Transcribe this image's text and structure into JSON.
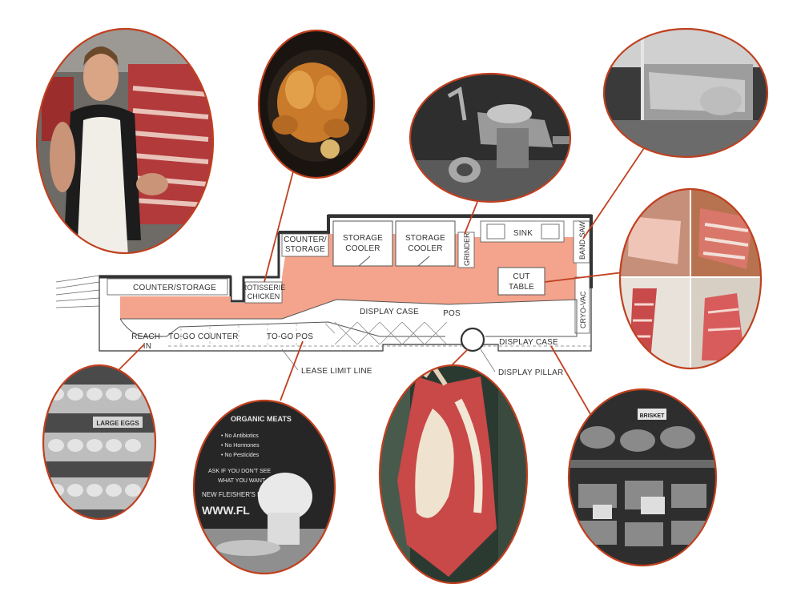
{
  "labels": {
    "counter_storage_top": "COUNTER/",
    "counter_storage_bottom": "STORAGE",
    "storage_cooler_1_top": "STORAGE",
    "storage_cooler_1_bottom": "COOLER",
    "storage_cooler_2_top": "STORAGE",
    "storage_cooler_2_bottom": "COOLER",
    "grinder": "GRINDER",
    "sink": "SINK",
    "band_saw": "BAND SAW",
    "cut_table_top": "CUT",
    "cut_table_bottom": "TABLE",
    "cryo_vac": "CRYO-VAC",
    "counter_storage_left": "COUNTER/STORAGE",
    "rotisserie_top": "ROTISSERIE",
    "rotisserie_bottom": "CHICKEN",
    "display_case_center": "DISPLAY CASE",
    "pos": "POS",
    "reach_in_top": "REACH-",
    "reach_in_bottom": "IN",
    "to_go_counter": "TO-GO COUNTER",
    "to_go_pos": "TO-GO POS",
    "display_case_right": "DISPLAY CASE",
    "lease_limit_line": "LEASE LIMIT LINE",
    "display_pillar": "DISPLAY PILLAR"
  },
  "photos": [
    {
      "id": "butcher-photo",
      "subject": "butcher carrying rib section"
    },
    {
      "id": "rotisserie-chicken-photo",
      "subject": "roasted chicken"
    },
    {
      "id": "grinder-photo",
      "subject": "meat grinder"
    },
    {
      "id": "band-saw-photo",
      "subject": "band saw cutting meat"
    },
    {
      "id": "cut-table-photo",
      "subject": "cutting pork ribs"
    },
    {
      "id": "reach-in-photo",
      "subject": "egg cartons"
    },
    {
      "id": "to-go-pos-photo",
      "subject": "chalkboard menu and scale"
    },
    {
      "id": "display-pillar-photo",
      "subject": "hanging carcass"
    },
    {
      "id": "display-case-photo",
      "subject": "meat display case"
    }
  ],
  "photo_text": {
    "eggs": "LARGE EGGS",
    "chalk_heading": "ORGANIC MEATS",
    "chalk_line_1": "• No Antibiotics",
    "chalk_line_2": "• No Hormones",
    "chalk_line_3": "• No Pesticides",
    "chalk_line_4": "ASK IF YOU DON'T SEE",
    "chalk_line_5": "WHAT YOU WANT",
    "chalk_line_6": "NEW FLEISHER'S DOES",
    "chalk_url": "WWW.FL",
    "case_tag": "BRISKET"
  },
  "colors": {
    "accent": "#c0401f",
    "floor": "#f4a48c",
    "wall": "#333333"
  }
}
